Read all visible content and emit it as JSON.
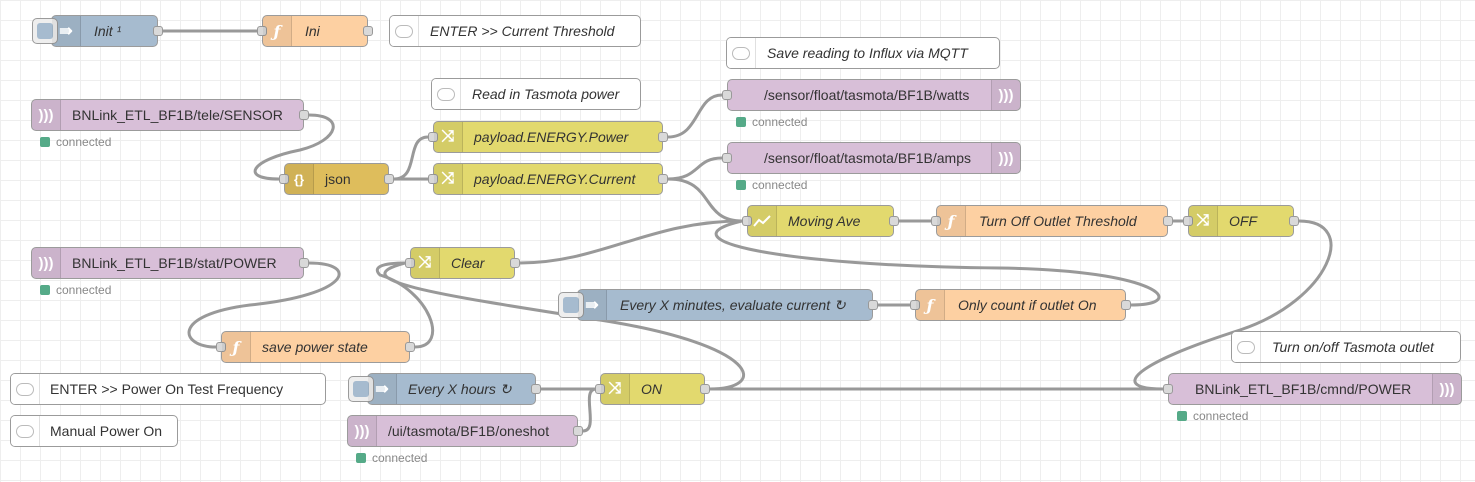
{
  "workspace": {
    "background": "#ffffff",
    "grid_color": "#eeeeee",
    "wire_color": "#999999"
  },
  "palette": {
    "inject": "#a6bbcf",
    "function": "#fdd0a2",
    "comment": "#ffffff",
    "mqtt": "#d8bfd8",
    "change": "#e2d96e",
    "json": "#debd5c",
    "status_connected": "#55aa88"
  },
  "nodes": {
    "init": {
      "label": "Init ¹",
      "type": "inject",
      "icon": "arrow-right-icon"
    },
    "ini": {
      "label": "Ini",
      "type": "function",
      "icon": "function-icon"
    },
    "comment_threshold": {
      "label": "ENTER >> Current Threshold",
      "type": "comment"
    },
    "comment_influx": {
      "label": "Save reading to Influx via MQTT",
      "type": "comment"
    },
    "comment_tasmota_power": {
      "label": "Read in Tasmota power",
      "type": "comment"
    },
    "mqtt_in_sensor": {
      "label": "BNLink_ETL_BF1B/tele/SENSOR",
      "type": "mqtt in",
      "status": "connected"
    },
    "mqtt_out_watts": {
      "label": "/sensor/float/tasmota/BF1B/watts",
      "type": "mqtt out",
      "status": "connected"
    },
    "change_power": {
      "label": "payload.ENERGY.Power",
      "type": "change",
      "icon": "shuffle-icon"
    },
    "json": {
      "label": "json",
      "type": "json",
      "icon": "braces-icon"
    },
    "change_current": {
      "label": "payload.ENERGY.Current",
      "type": "change",
      "icon": "shuffle-icon"
    },
    "mqtt_out_amps": {
      "label": "/sensor/float/tasmota/BF1B/amps",
      "type": "mqtt out",
      "status": "connected"
    },
    "moving_ave": {
      "label": "Moving Ave",
      "type": "smooth",
      "icon": "chart-icon"
    },
    "fn_turn_off": {
      "label": "Turn Off Outlet Threshold",
      "type": "function",
      "icon": "function-icon"
    },
    "change_off": {
      "label": "OFF",
      "type": "change",
      "icon": "shuffle-icon"
    },
    "mqtt_in_stat": {
      "label": "BNLink_ETL_BF1B/stat/POWER",
      "type": "mqtt in",
      "status": "connected"
    },
    "change_clear": {
      "label": "Clear",
      "type": "change",
      "icon": "shuffle-icon"
    },
    "inject_every_x_min": {
      "label": "Every X minutes, evaluate current ↻",
      "type": "inject",
      "icon": "arrow-right-icon"
    },
    "fn_only_count": {
      "label": "Only count if outlet On",
      "type": "function",
      "icon": "function-icon"
    },
    "fn_save_power": {
      "label": "save power state",
      "type": "function",
      "icon": "function-icon"
    },
    "comment_turn_onoff": {
      "label": "Turn on/off Tasmota outlet",
      "type": "comment"
    },
    "comment_power_on_freq": {
      "label": "ENTER >> Power On Test Frequency",
      "type": "comment"
    },
    "inject_every_x_hours": {
      "label": "Every X hours ↻",
      "type": "inject",
      "icon": "arrow-right-icon"
    },
    "change_on": {
      "label": "ON",
      "type": "change",
      "icon": "shuffle-icon"
    },
    "mqtt_out_cmnd": {
      "label": "BNLink_ETL_BF1B/cmnd/POWER",
      "type": "mqtt out",
      "status": "connected"
    },
    "comment_manual_on": {
      "label": "Manual Power On",
      "type": "comment"
    },
    "mqtt_in_oneshot": {
      "label": "/ui/tasmota/BF1B/oneshot",
      "type": "mqtt in",
      "status": "connected"
    }
  }
}
